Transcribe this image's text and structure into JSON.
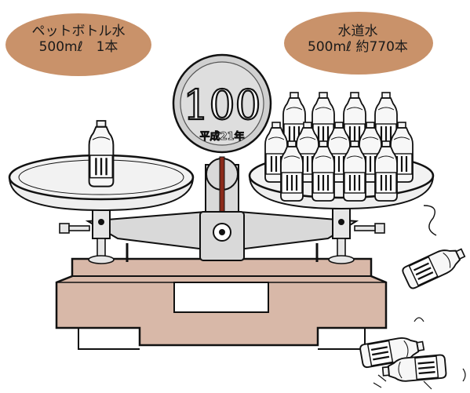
{
  "left_label": {
    "title": "ペットボトル水",
    "detail": "500mℓ　1本"
  },
  "right_label": {
    "title": "水道水",
    "detail": "500mℓ  約770本"
  },
  "coin": {
    "value": "100",
    "era": "平成21年"
  },
  "colors": {
    "label_oval": "#c9926a",
    "scale_base": "#d8b8a8",
    "scale_arm": "#d9d9d9",
    "coin": "#d0d0d0",
    "pointer": "#8b2a1a"
  }
}
